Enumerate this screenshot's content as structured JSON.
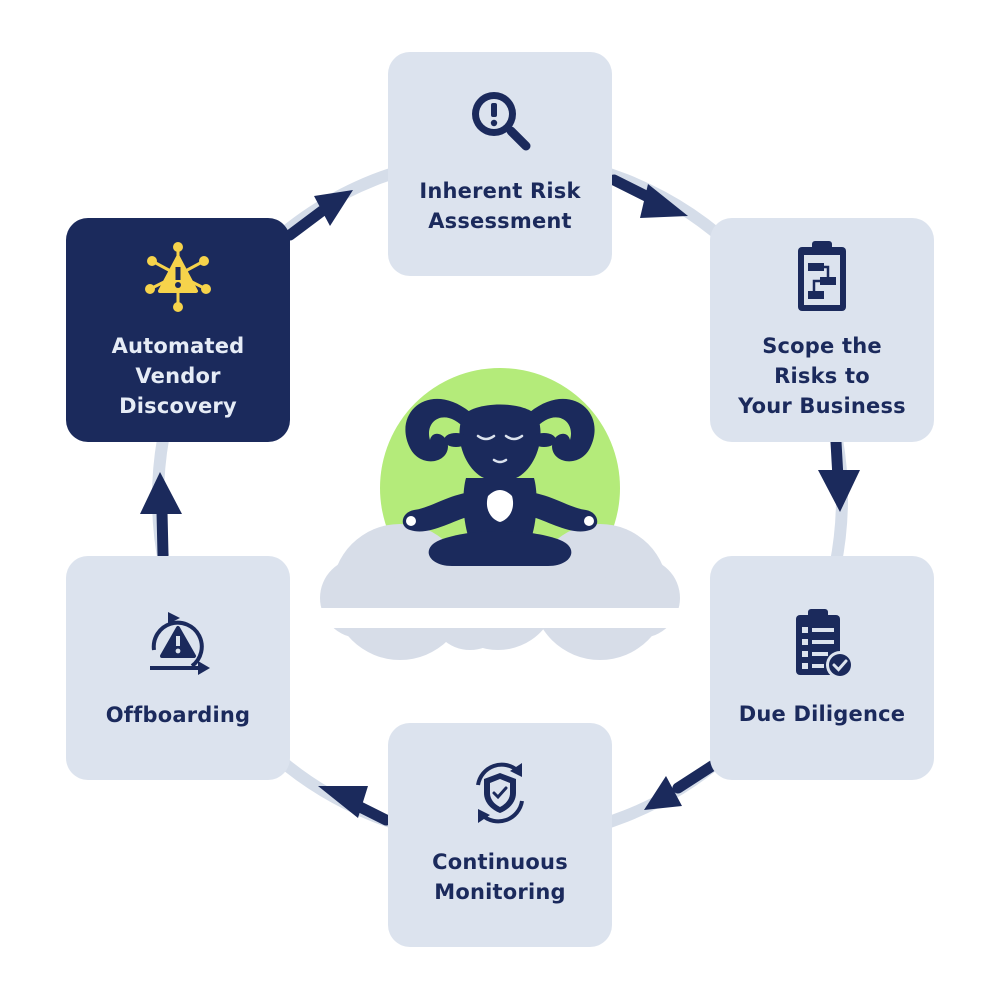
{
  "diagram": {
    "stages": [
      {
        "id": "inherent",
        "label": "Inherent Risk\nAssessment",
        "icon": "magnifier-alert-icon",
        "highlighted": false
      },
      {
        "id": "scope",
        "label": "Scope the\nRisks to\nYour Business",
        "icon": "clipboard-flow-icon",
        "highlighted": false
      },
      {
        "id": "due",
        "label": "Due Diligence",
        "icon": "checklist-check-icon",
        "highlighted": false
      },
      {
        "id": "monitor",
        "label": "Continuous\nMonitoring",
        "icon": "shield-cycle-icon",
        "highlighted": false
      },
      {
        "id": "offboard",
        "label": "Offboarding",
        "icon": "alert-cycle-icon",
        "highlighted": false
      },
      {
        "id": "auto",
        "label": "Automated\nVendor\nDiscovery",
        "icon": "network-alert-icon",
        "highlighted": true
      }
    ],
    "flow": "clockwise",
    "colors": {
      "navy": "#1b2a5c",
      "card": "#dce3ee",
      "ring": "#d5dde9",
      "green": "#b4eb7a",
      "cloud": "#d7dde8",
      "yellow": "#f6d34b"
    }
  }
}
